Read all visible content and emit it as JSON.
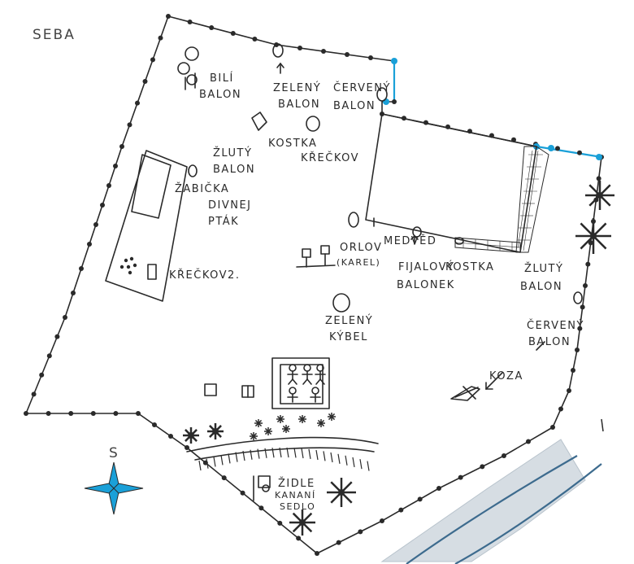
{
  "title": "SEBA",
  "labels": {
    "bily_balon": [
      "BILÍ",
      "BALON"
    ],
    "zeleny_balon": [
      "ZELENÝ",
      "BALON"
    ],
    "cerveny_balon_top": [
      "ČERVENÝ",
      "BALON"
    ],
    "kostka_top": "KOSTKA",
    "kreckov_top": "KŘEČKOV",
    "zluty_balon_left": [
      "ŽLUTÝ",
      "BALON"
    ],
    "zabicka": "ŽABIČKA",
    "divnej_ptak": [
      "DIVNEJ",
      "PTÁK"
    ],
    "kreckov2": "KŘEČKOV2.",
    "orlov": [
      "ORLOV",
      "(KAREL)"
    ],
    "medved": "MEDVĚD",
    "kostka_mid": "KOSTKA",
    "fialovy_balonek": [
      "FIJALOVÝ",
      "BALONEK"
    ],
    "zeleny_kybl": [
      "ZELENÝ",
      "KÝBEL"
    ],
    "zluty_balon_right": [
      "ŽLUTÝ",
      "BALON"
    ],
    "cerveny_balon_right": [
      "ČERVENÝ",
      "BALON"
    ],
    "koza": "KOZA",
    "zidle": [
      "ŽIDLE",
      "KANANÍ",
      "SEDLO"
    ]
  },
  "compass": {
    "label": "S"
  },
  "colors": {
    "ink": "#2a2a2a",
    "accent": "#1aa0d8",
    "river": "#d6dde3",
    "river_line": "#3d6b8e"
  }
}
